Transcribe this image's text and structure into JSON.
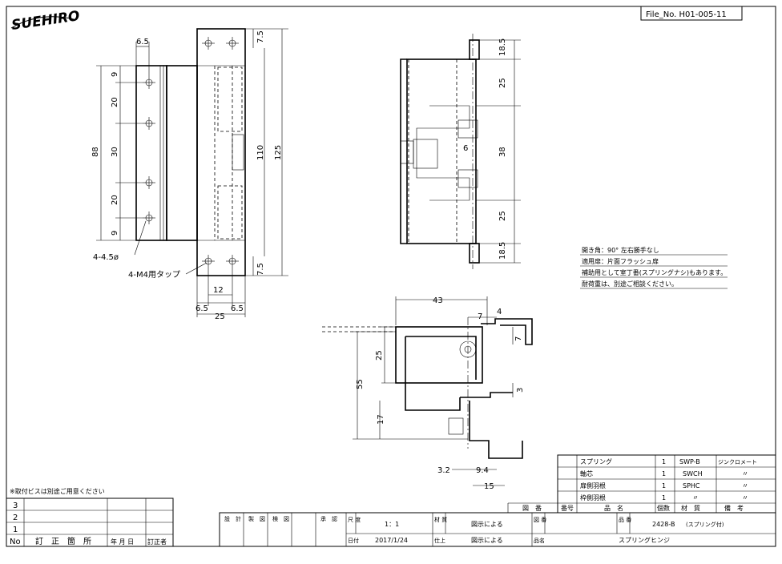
{
  "brand": "SUEHIRO",
  "file_no": "File_No. H01-005-11",
  "dimensions": {
    "top_65": "6.5",
    "dim_9_top": "9",
    "dim_20_a": "20",
    "dim_30": "30",
    "dim_20_b": "20",
    "dim_9_bot": "9",
    "dim_88": "88",
    "dim_75_top": "7.5",
    "dim_110": "110",
    "dim_125": "125",
    "dim_75_bot": "7.5",
    "holes": "4-4.5ø",
    "tap": "4-M4用タップ",
    "dim_12": "12",
    "dim_65_l": "6.5",
    "dim_65_r": "6.5",
    "dim_25_w": "25",
    "side_185_top": "18.5",
    "side_25_a": "25",
    "side_38": "38",
    "side_6": "6",
    "side_25_b": "25",
    "side_185_bot": "18.5",
    "sec_43": "43",
    "sec_7": "7",
    "sec_4": "4",
    "sec_7v": "7",
    "sec_25": "25",
    "sec_55": "55",
    "sec_3": "3",
    "sec_17": "17",
    "sec_32": "3.2",
    "sec_94": "9.4",
    "sec_15": "15"
  },
  "notes": [
    "開き角：90° 左右勝手なし",
    "適用扉：片面フラッシュ扉",
    "補助用として室丁番(スプリングナシ)もあります。",
    "耐荷重は、別途ご相談ください。"
  ],
  "screw_note": "※取付ビスは別途ご用意ください",
  "parts_list": {
    "rows": [
      {
        "name": "スプリング",
        "qty": "1",
        "material": "SWP-B",
        "finish": "ジンクロメート"
      },
      {
        "name": "軸芯",
        "qty": "1",
        "material": "SWCH",
        "finish": "〃"
      },
      {
        "name": "扉側羽根",
        "qty": "1",
        "material": "SPHC",
        "finish": "〃"
      },
      {
        "name": "枠側羽根",
        "qty": "1",
        "material": "〃",
        "finish": "〃"
      }
    ],
    "header": {
      "zuban": "図　番",
      "bango": "番号",
      "hinmei": "品　名",
      "kosu": "個数",
      "zaishitsu": "材　質",
      "biko": "備　考"
    }
  },
  "revision": {
    "rows": [
      "3",
      "2",
      "1"
    ],
    "header": {
      "no": "No",
      "place": "訂　正　箇　所",
      "date": "年 月 日",
      "by": "訂正者"
    }
  },
  "title_block": {
    "sekkei": "設　計",
    "seizu": "製　図",
    "kenzu": "検　図",
    "shonin": "承　認",
    "shaku_label": "尺\n度",
    "scale": "1：1",
    "zaishitsu_label": "材\n質",
    "zaishitsu_val": "図示による",
    "zuban_label": "図\n番",
    "hinban_label": "品\n番",
    "hinban": "2428-B",
    "hinban_note": "(スプリング付)",
    "hizuke_label": "日付",
    "date": "2017/1/24",
    "shiage_label": "仕上",
    "shiage_val": "図示による",
    "hinmei_label": "品名",
    "product_name": "スプリングヒンジ"
  }
}
